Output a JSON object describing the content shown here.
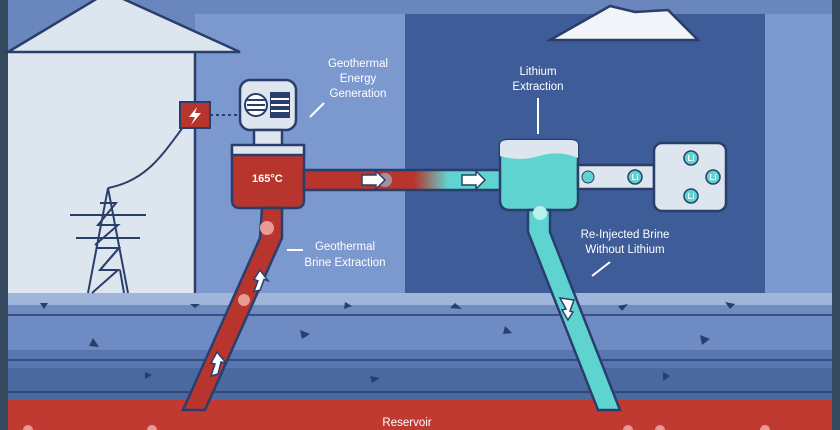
{
  "labels": {
    "geothermal_energy": [
      "Geothermal",
      "Energy",
      "Generation"
    ],
    "lithium_extraction": [
      "Lithium",
      "Extraction"
    ],
    "brine_extraction": [
      "Geothermal",
      "Brine Extraction"
    ],
    "reinjected": [
      "Re-Injected Brine",
      "Without Lithium"
    ],
    "temperature": "165°C",
    "reservoir": "Reservoir",
    "lithium_symbol": "Li"
  },
  "colors": {
    "sky": "#6a87bd",
    "panel_left": "#7b98cf",
    "panel_right": "#3e5c98",
    "ground": "#dde5ef",
    "brine_hot": "#b8352e",
    "brine_cool": "#5fd3d0",
    "reservoir": "#c03a32",
    "navy": "#2a3e6b"
  },
  "icons": [
    "lightning-icon",
    "fan-icon",
    "transmission-tower-icon",
    "mountain-icon",
    "arrow-icon"
  ]
}
